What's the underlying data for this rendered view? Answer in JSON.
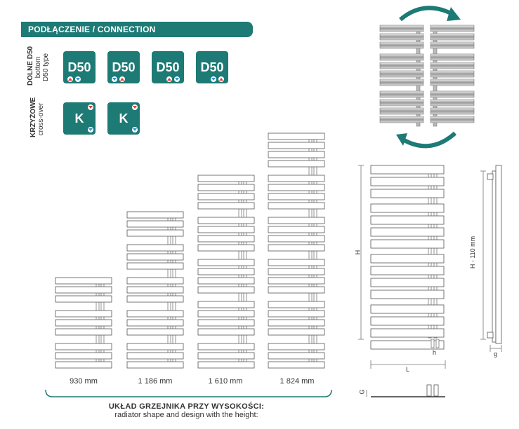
{
  "header": {
    "title": "PODŁĄCZENIE / CONNECTION"
  },
  "connection_groups": [
    {
      "main": "DOLNE D50",
      "sub1": "bottom",
      "sub2": "D50 type"
    },
    {
      "main": "KRZYŻOWE",
      "sub1": "cross-over",
      "sub2": ""
    }
  ],
  "tiles_d50": [
    "D50",
    "D50",
    "D50",
    "D50"
  ],
  "tiles_k": [
    "K",
    "K"
  ],
  "heights": [
    "930 mm",
    "1 186 mm",
    "1 610 mm",
    "1 824 mm"
  ],
  "caption": {
    "title": "UKŁAD GRZEJNIKA PRZY WYSOKOŚCI:",
    "subtitle": "radiator shape and design with the height:"
  },
  "dimensions": {
    "h": "H",
    "h_small": "h",
    "l": "L",
    "h110": "H - 110 mm",
    "g": "g",
    "g_bottom": "G"
  },
  "colors": {
    "teal": "#1d7a75",
    "red": "#e53935",
    "blue": "#3a8fd0"
  },
  "icons": [
    "rotate-arrow-top-icon",
    "rotate-arrow-bottom-icon",
    "supply-arrow-icon",
    "return-arrow-icon"
  ]
}
